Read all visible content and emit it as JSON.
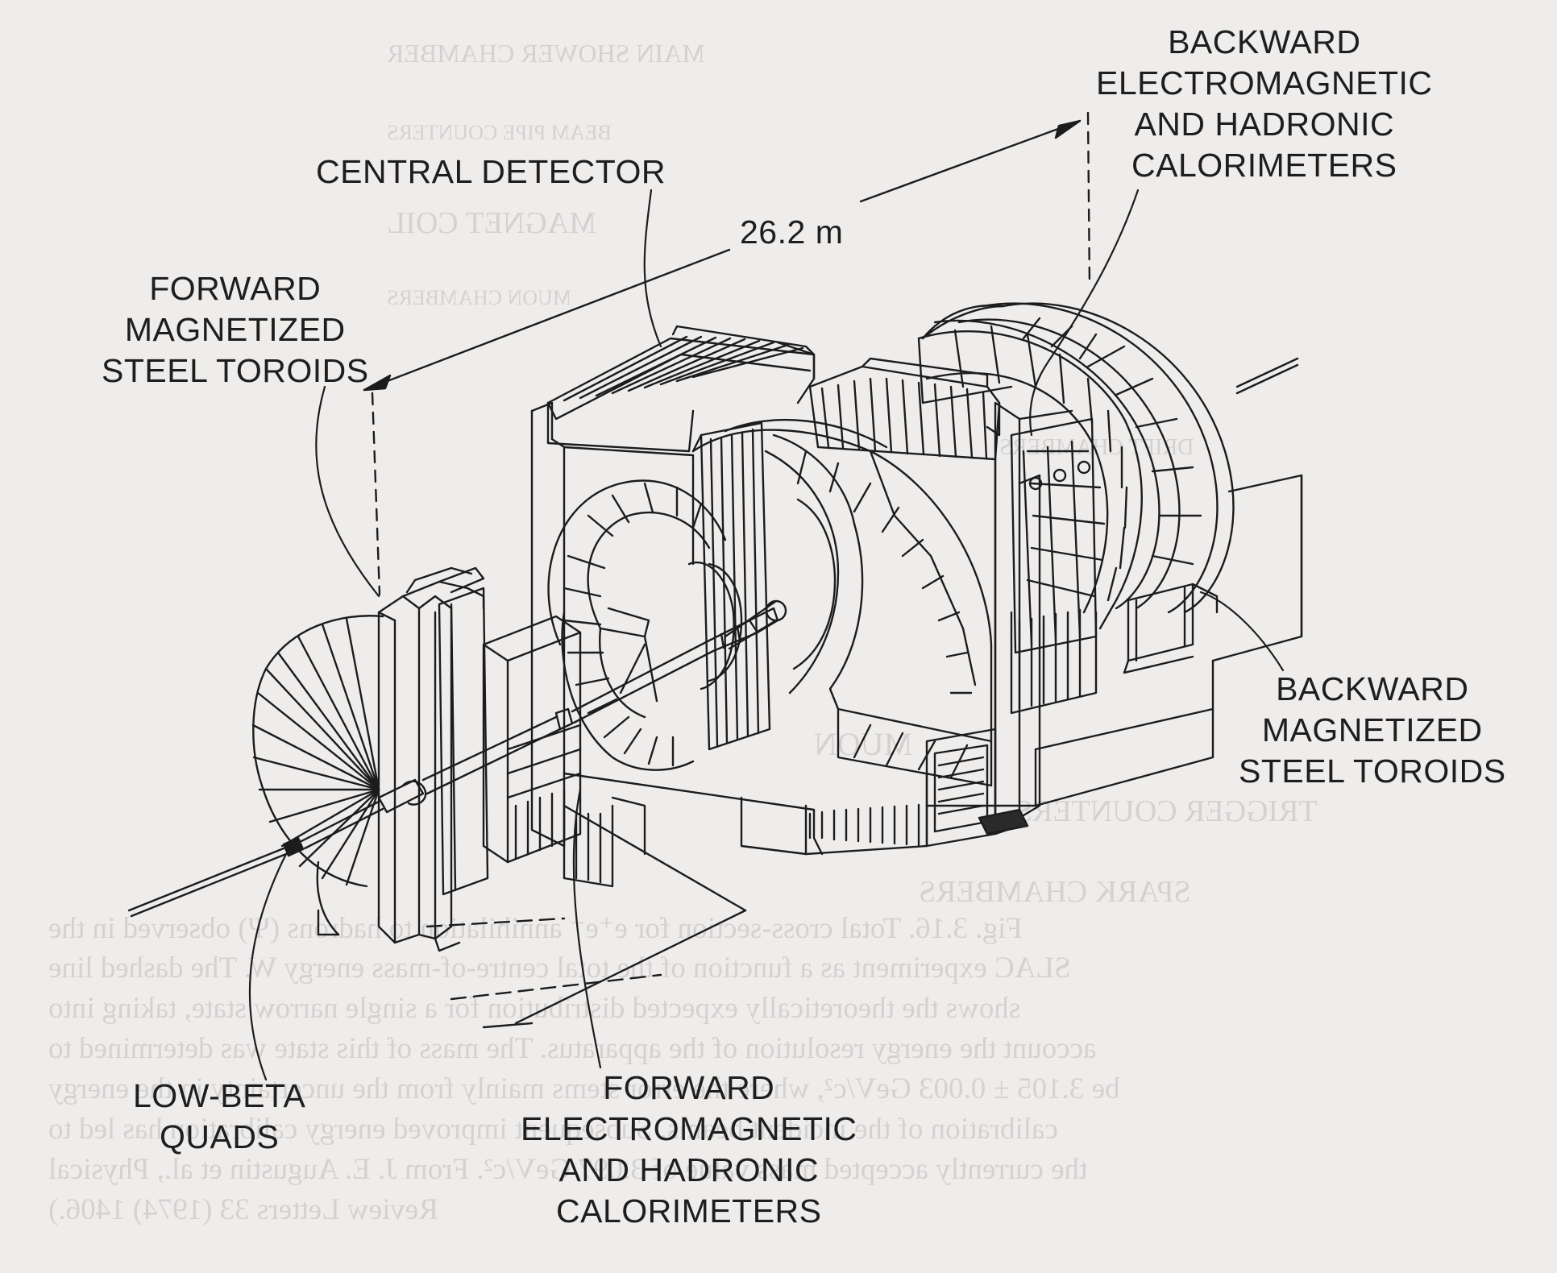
{
  "labels": {
    "central_detector": "CENTRAL DETECTOR",
    "backward_calorimeters": [
      "BACKWARD",
      "ELECTROMAGNETIC",
      "AND HADRONIC",
      "CALORIMETERS"
    ],
    "dimension": "26.2 m",
    "forward_toroids": [
      "FORWARD",
      "MAGNETIZED",
      "STEEL TOROIDS"
    ],
    "backward_toroids": [
      "BACKWARD",
      "MAGNETIZED",
      "STEEL TOROIDS"
    ],
    "low_beta_quads": [
      "LOW-BETA",
      "QUADS"
    ],
    "forward_calorimeters": [
      "FORWARD",
      "ELECTROMAGNETIC",
      "AND HADRONIC",
      "CALORIMETERS"
    ]
  },
  "bleed_through": {
    "top_lines": [
      "MAIN SHOWER CHAMBER",
      "BEAM PIPE COUNTERS",
      "MAGNET COIL",
      "MUON CHAMBERS"
    ],
    "side_labels": [
      "DRIFT CHAMBERS",
      "MUON"
    ],
    "counters": "TRIGGER COUNTERS",
    "chambers": "SPARK CHAMBERS",
    "caption_lines": [
      "Fig. 3.16. Total cross-section for e⁺e⁻ annihilation to hadrons (Ψ) observed in the",
      "SLAC experiment as a function of the total centre-of-mass energy W. The dashed line",
      "shows the theoretically expected distribution for a single narrow state, taking into",
      "account the energy resolution of the apparatus. The mass of this state was determined to",
      "be 3.105 ± 0.003 GeV/c², where the error stems mainly from the uncertainty in the energy",
      "calibration of the incident beams. Subsequent improved energy calibration has led to",
      "the currently accepted mass value of 3.097 GeV/c². From J. E. Augustin et al., Physical",
      "Review Letters 33 (1974) 1406.)"
    ]
  }
}
